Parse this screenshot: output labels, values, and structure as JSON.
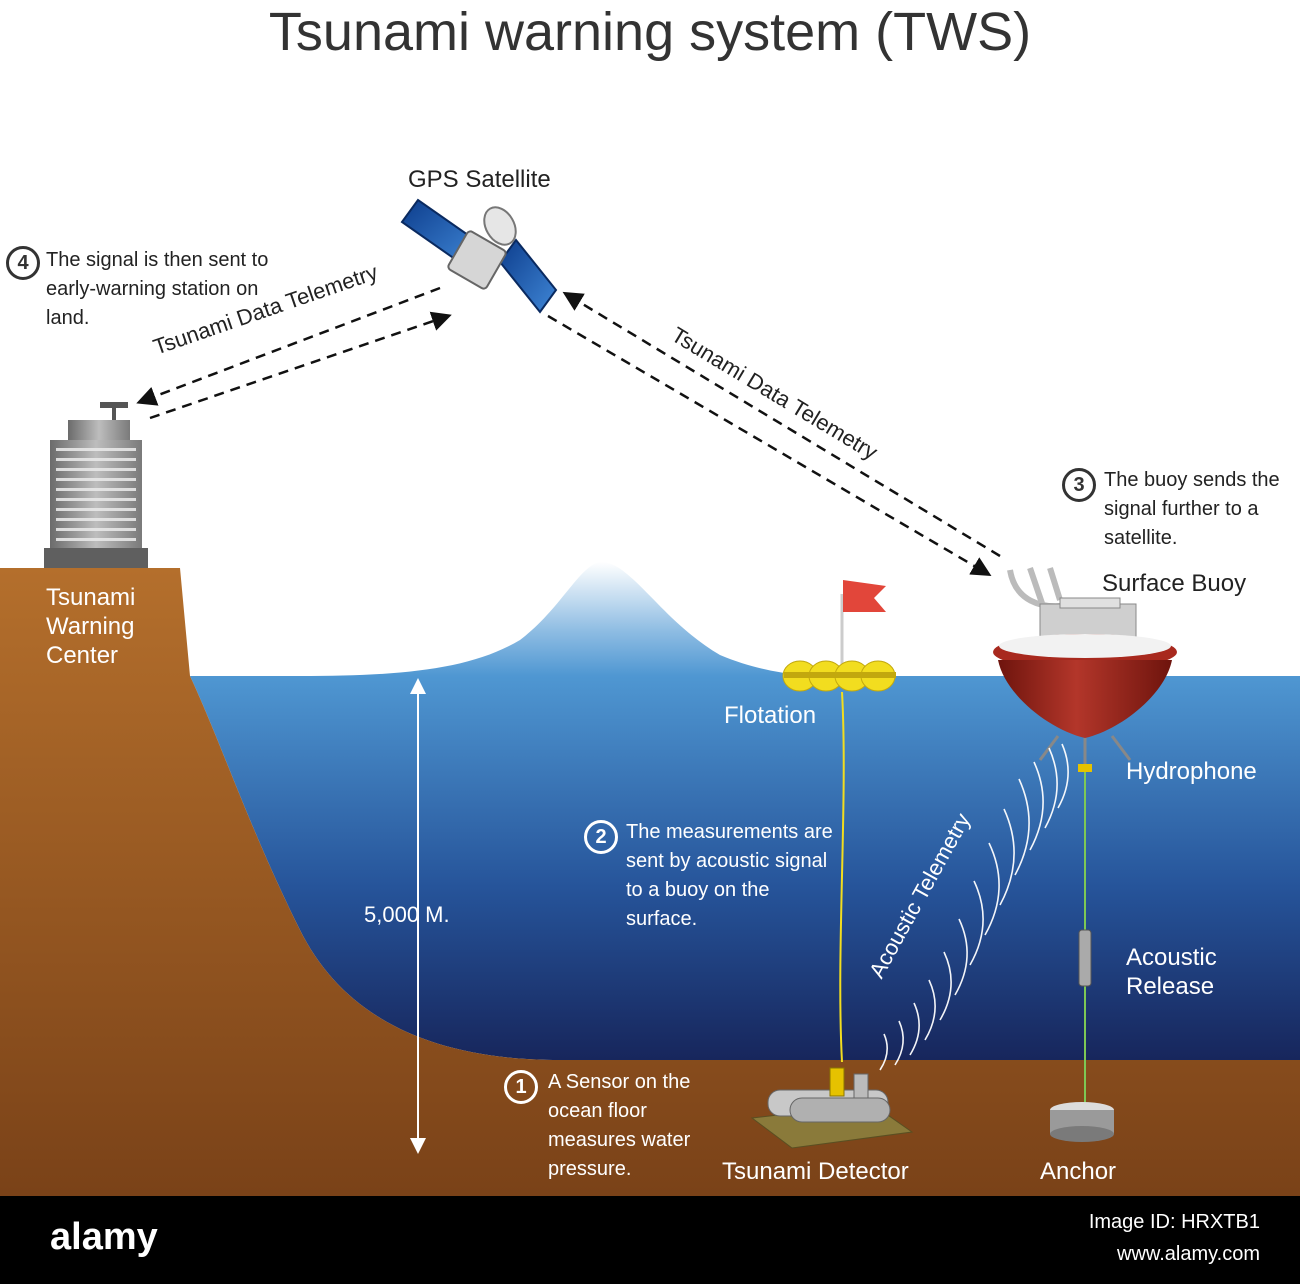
{
  "title": "Tsunami warning system (TWS)",
  "labels": {
    "gps_satellite": "GPS Satellite",
    "telemetry_left": "Tsunami Data Telemetry",
    "telemetry_right": "Tsunami Data Telemetry",
    "warning_center": "Tsunami Warning Center",
    "surface_buoy": "Surface Buoy",
    "flotation": "Flotation",
    "hydrophone": "Hydrophone",
    "acoustic_telemetry": "Acoustic Telemetry",
    "acoustic_release": "Acoustic Release",
    "depth": "5,000 M.",
    "tsunami_detector": "Tsunami Detector",
    "anchor": "Anchor"
  },
  "steps": [
    {
      "num": "1",
      "text": "A Sensor on the ocean floor measures water pressure."
    },
    {
      "num": "2",
      "text": "The measurements are sent by acoustic signal to a buoy on the surface."
    },
    {
      "num": "3",
      "text": "The buoy sends the signal further to a satellite."
    },
    {
      "num": "4",
      "text": "The signal is then sent to early-warning station on land."
    }
  ],
  "footer": {
    "brand": "alamy",
    "image_id": "Image ID: HRXTB1",
    "site": "www.alamy.com"
  },
  "colors": {
    "ocean_top": "#4f97d2",
    "ocean_bottom": "#17265c",
    "land": "#9a5a22",
    "buoy": "#8f2218",
    "flag": "#e2463a",
    "float": "#f2dd1f"
  }
}
